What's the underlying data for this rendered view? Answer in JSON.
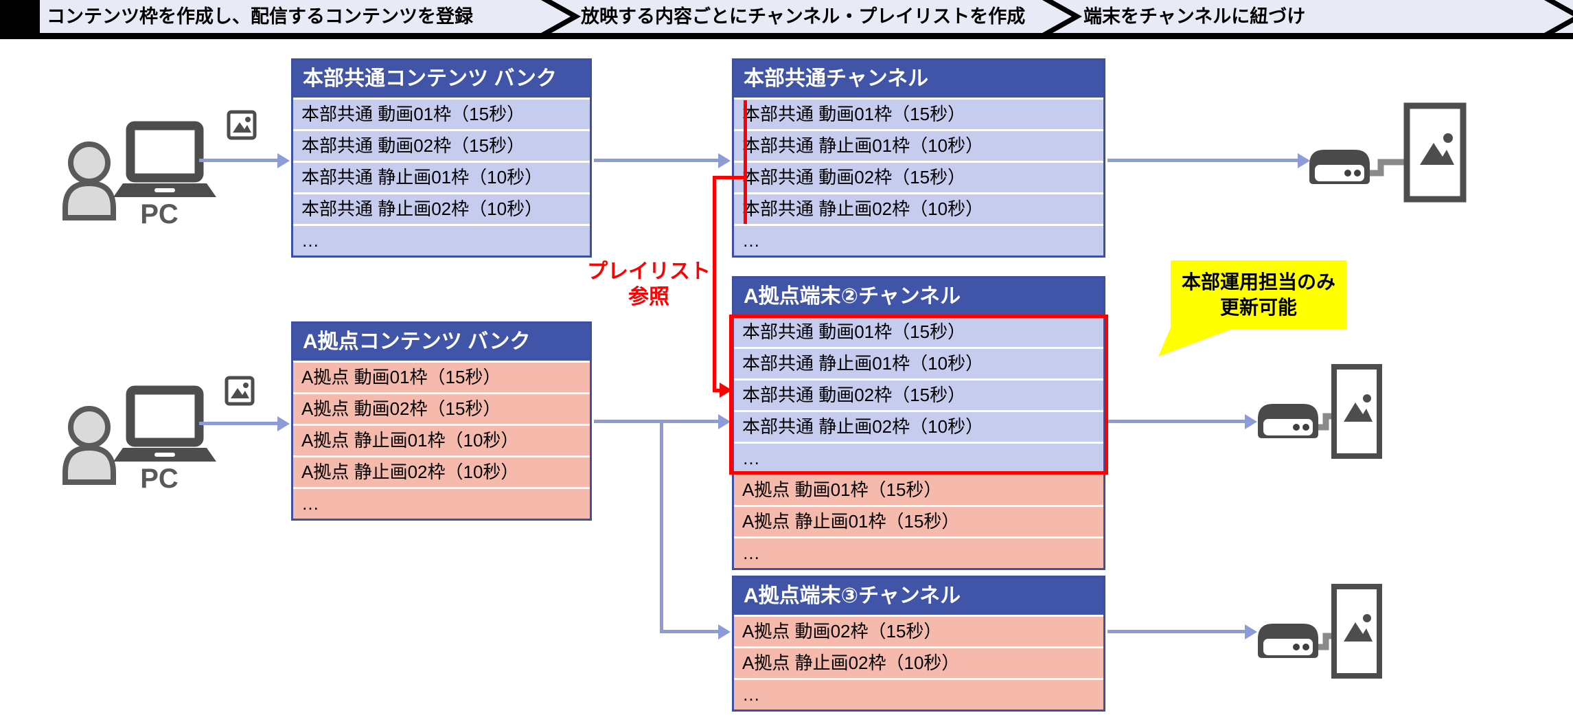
{
  "process_steps": [
    {
      "label": "コンテンツ枠を作成し、配信するコンテンツを登録"
    },
    {
      "label": "放映する内容ごとにチャンネル・プレイリストを作成"
    },
    {
      "label": "端末をチャンネルに紐づけ"
    }
  ],
  "colors": {
    "ribbon_bg": "#E8EAF6",
    "box_header_bg": "#4155A8",
    "box_border": "#3C4FA3",
    "row_blue": "#C5CCEE",
    "row_pink": "#F5BAAC",
    "arrow_blue": "#8D9BD6",
    "highlight_red": "#FF0000",
    "callout_yellow": "#FFFF00",
    "icon_gray": "#4D4D4D"
  },
  "pc_groups": [
    {
      "label": "PC"
    },
    {
      "label": "PC"
    }
  ],
  "banks": [
    {
      "title": "本部共通コンテンツ バンク",
      "rows": [
        "本部共通 動画01枠（15秒）",
        "本部共通 動画02枠（15秒）",
        "本部共通 静止画01枠（10秒）",
        "本部共通 静止画02枠（10秒）",
        "…"
      ]
    },
    {
      "title": "A拠点コンテンツ バンク",
      "rows": [
        "A拠点 動画01枠（15秒）",
        "A拠点 動画02枠（15秒）",
        "A拠点 静止画01枠（10秒）",
        "A拠点 静止画02枠（10秒）",
        "…"
      ]
    }
  ],
  "channels": [
    {
      "title": "本部共通チャンネル",
      "rows": [
        "本部共通 動画01枠（15秒）",
        "本部共通 静止画01枠（10秒）",
        "本部共通 動画02枠（15秒）",
        "本部共通 静止画02枠（10秒）",
        "…"
      ]
    },
    {
      "title": "A拠点端末②チャンネル",
      "hq_rows": [
        "本部共通 動画01枠（15秒）",
        "本部共通 静止画01枠（10秒）",
        "本部共通 動画02枠（15秒）",
        "本部共通 静止画02枠（10秒）",
        "…"
      ],
      "site_rows": [
        "A拠点 動画01枠（15秒）",
        "A拠点 静止画01枠（15秒）",
        "…"
      ]
    },
    {
      "title": "A拠点端末③チャンネル",
      "rows": [
        "A拠点 動画02枠（15秒）",
        "A拠点 静止画02枠（10秒）",
        "…"
      ]
    }
  ],
  "annotations": {
    "playlist_ref_line1": "プレイリスト",
    "playlist_ref_line2": "参照",
    "callout_line1": "本部運用担当のみ",
    "callout_line2": "更新可能"
  }
}
